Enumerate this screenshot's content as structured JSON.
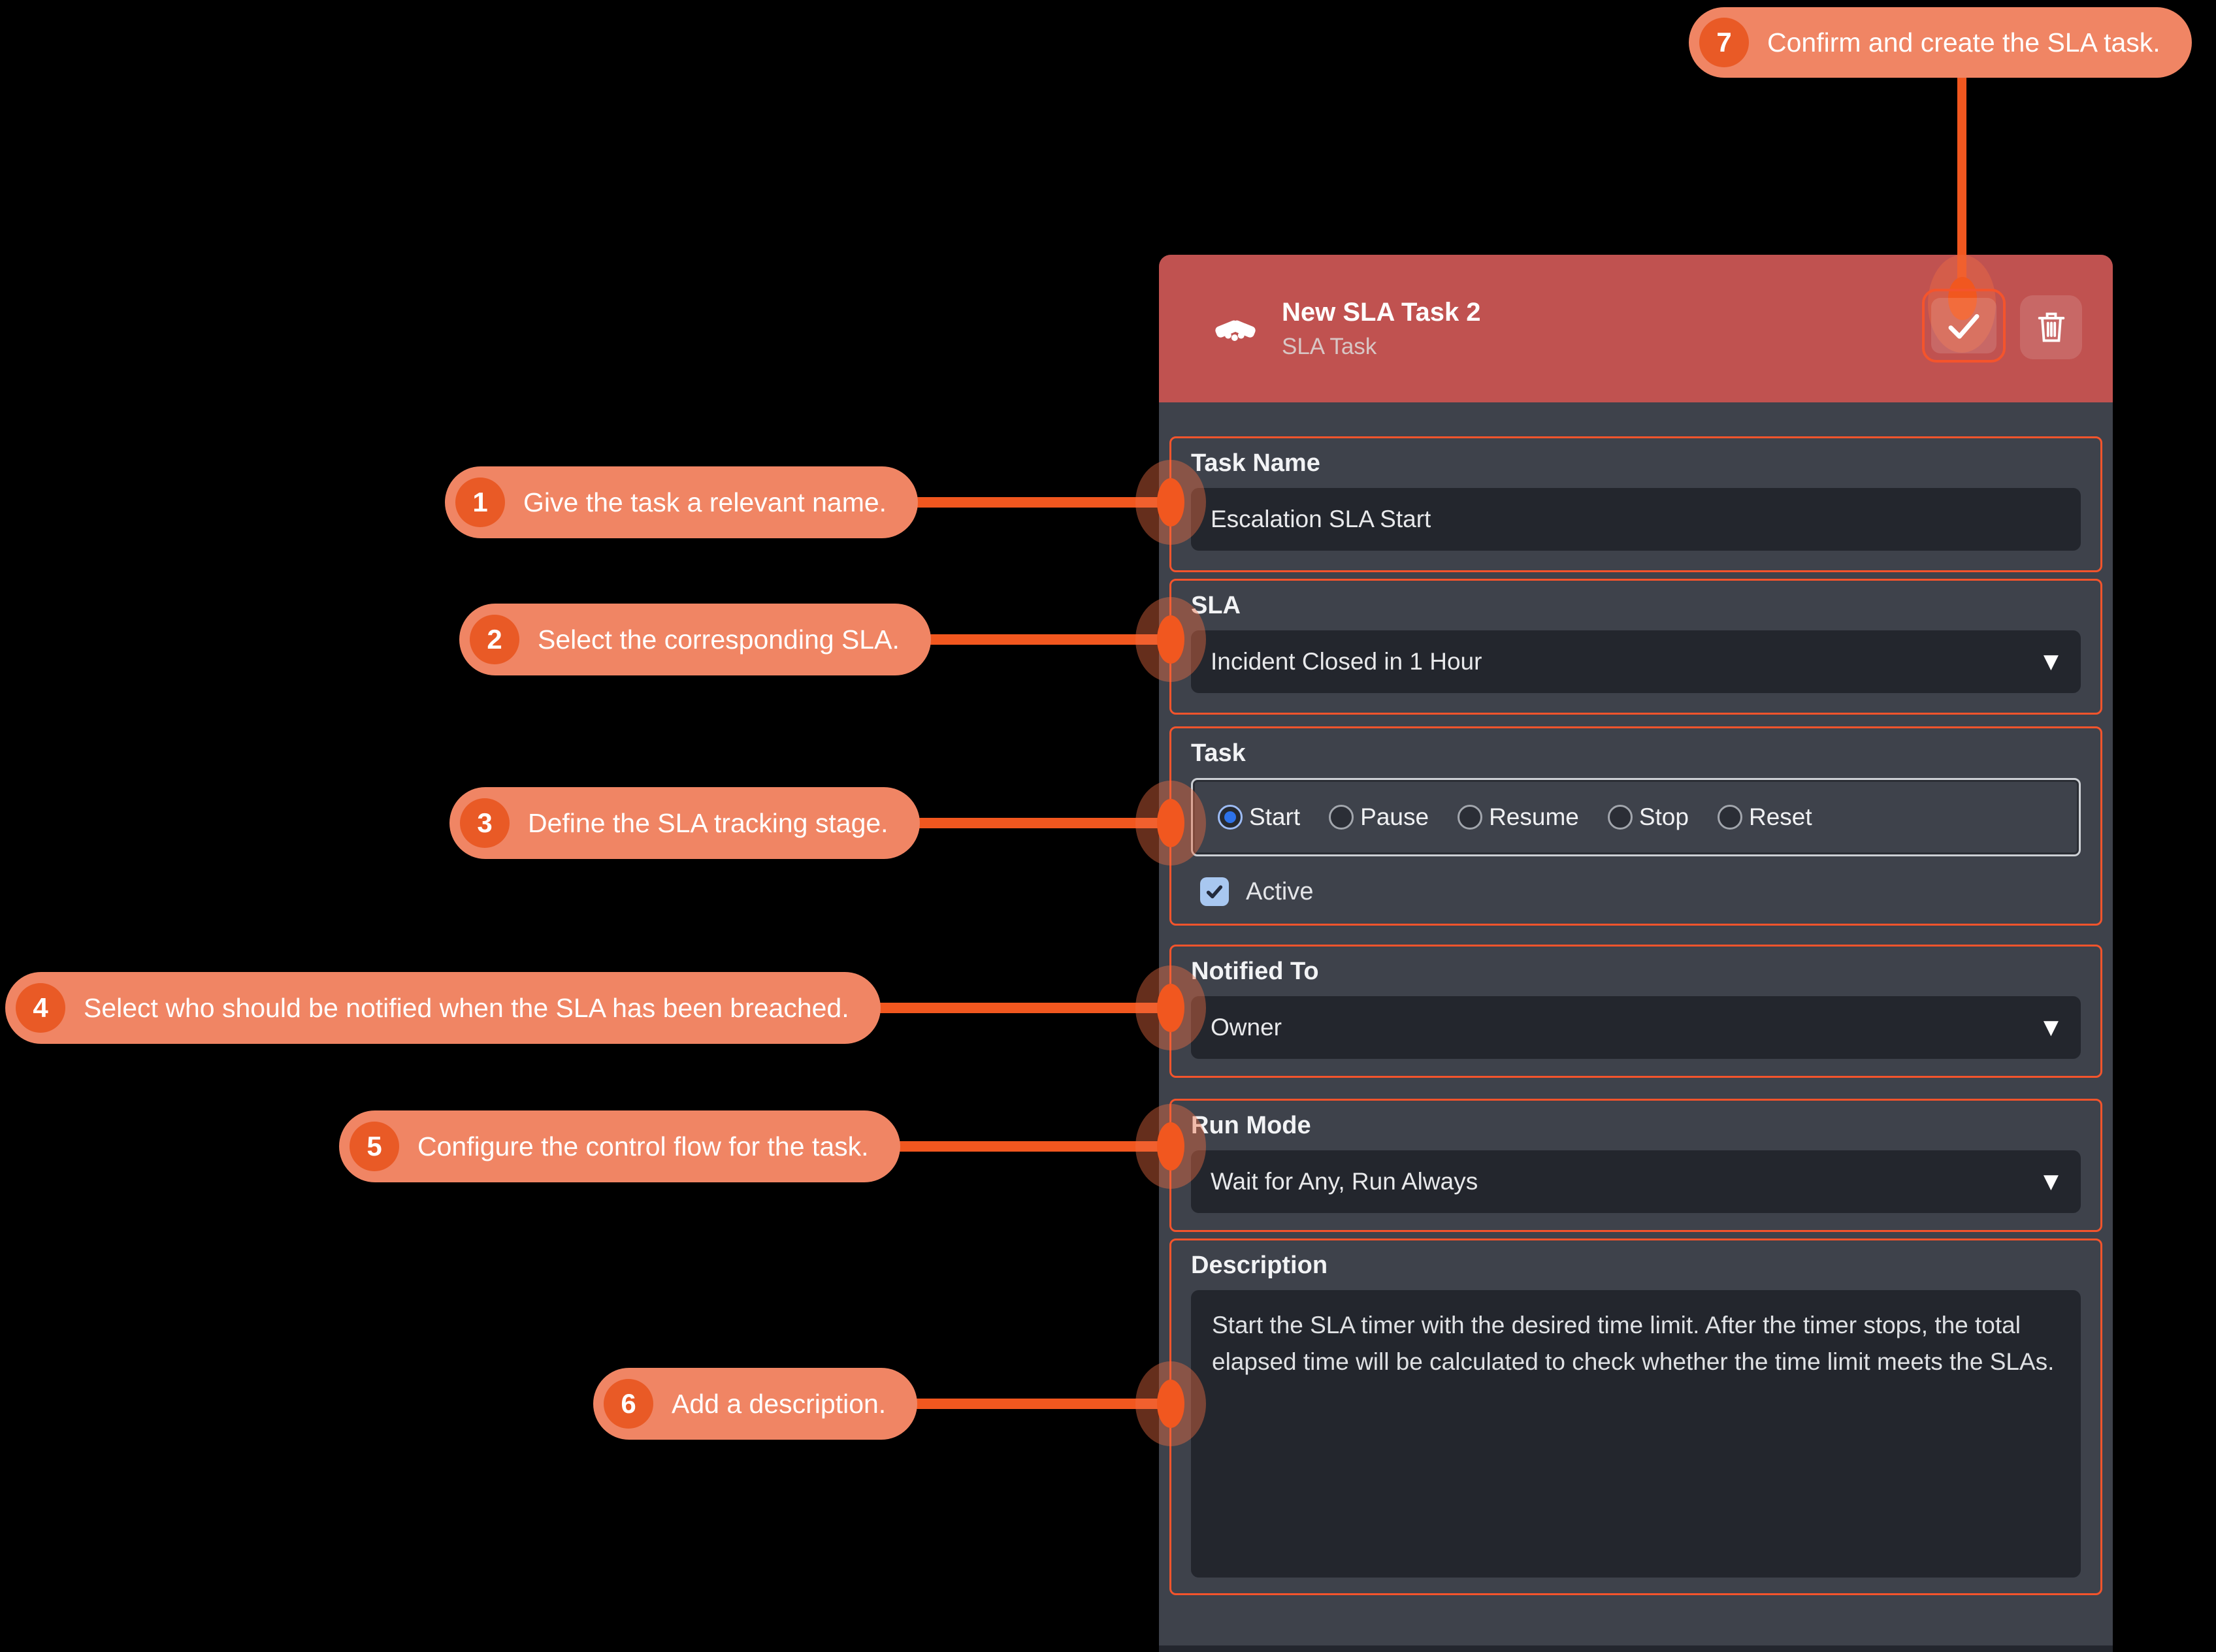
{
  "panel": {
    "header": {
      "title": "New SLA Task 2",
      "subtitle": "SLA Task"
    },
    "fields": {
      "task_name": {
        "label": "Task Name",
        "value": "Escalation SLA Start"
      },
      "sla": {
        "label": "SLA",
        "value": "Incident Closed in 1 Hour"
      },
      "task": {
        "label": "Task",
        "options": [
          "Start",
          "Pause",
          "Resume",
          "Stop",
          "Reset"
        ],
        "selected": "Start",
        "active_label": "Active",
        "active_checked": true
      },
      "notified_to": {
        "label": "Notified To",
        "value": "Owner"
      },
      "run_mode": {
        "label": "Run Mode",
        "value": "Wait for Any, Run Always"
      },
      "description": {
        "label": "Description",
        "value": "Start the SLA timer with the desired time limit. After the timer stops, the total elapsed time will be calculated to check whether the time limit meets the SLAs."
      }
    }
  },
  "callouts": [
    {
      "number": "1",
      "text": "Give the task a relevant name."
    },
    {
      "number": "2",
      "text": "Select the corresponding SLA."
    },
    {
      "number": "3",
      "text": "Define the SLA tracking stage."
    },
    {
      "number": "4",
      "text": "Select who should be notified when the SLA has been breached."
    },
    {
      "number": "5",
      "text": "Configure the control flow for the task."
    },
    {
      "number": "6",
      "text": "Add a description."
    },
    {
      "number": "7",
      "text": "Confirm and create the SLA task."
    }
  ],
  "colors": {
    "accent_orange": "#F4542C",
    "callout_fill": "#F08564",
    "callout_number": "#E95A26",
    "connector": "#F1571F",
    "header_red": "#C05250",
    "panel_bg": "#3E424B",
    "input_bg": "#23262D",
    "radio_selected_blue": "#2D72E9",
    "checkbox_blue": "#A8C7F0"
  }
}
